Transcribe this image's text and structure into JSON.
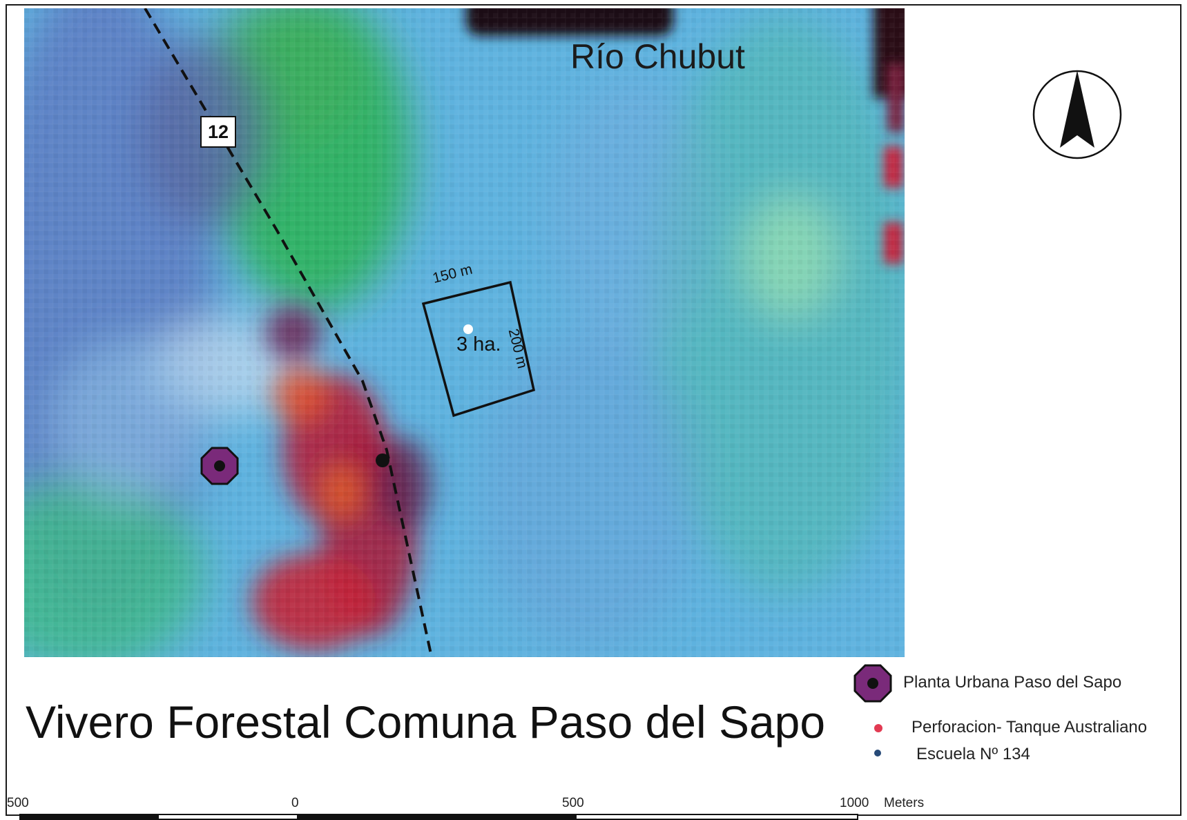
{
  "map": {
    "river_label": "Río Chubut",
    "route_number": "12",
    "plot": {
      "area_label": "3 ha.",
      "width_label": "150 m",
      "length_label": "200 m"
    },
    "north_arrow_icon": "north-arrow-icon"
  },
  "title": "Vivero Forestal Comuna Paso del Sapo",
  "legend": {
    "items": [
      {
        "label": "Planta Urbana Paso del Sapo",
        "icon": "octagon-marker-icon",
        "color": "#7a2a7a"
      },
      {
        "label": "Perforacion- Tanque Australiano",
        "icon": "red-dot-icon",
        "color": "#e23a52"
      },
      {
        "label": "Escuela Nº 134",
        "icon": "blue-dot-icon",
        "color": "#274a78"
      }
    ]
  },
  "scale": {
    "ticks": [
      "500",
      "0",
      "500",
      "1000"
    ],
    "unit": "Meters"
  },
  "colors": {
    "river_blue": "#5ab4e2",
    "vegetation_green": "#3fbf66",
    "urban_red": "#b8243a",
    "frame": "#1a1a1a"
  }
}
